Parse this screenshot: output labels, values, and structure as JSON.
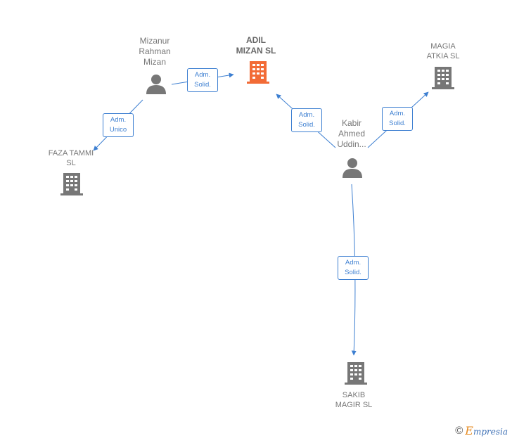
{
  "nodes": {
    "adil_mizan": {
      "label_lines": [
        "ADIL",
        "MIZAN SL"
      ],
      "type": "company",
      "highlight": true,
      "icon": "building-icon",
      "color": "#f26b36"
    },
    "mizanur": {
      "label_lines": [
        "Mizanur",
        "Rahman",
        "Mizan"
      ],
      "type": "person",
      "icon": "person-icon",
      "color": "#777777"
    },
    "faza_tammi": {
      "label_lines": [
        "FAZA TAMMI",
        "SL"
      ],
      "type": "company",
      "icon": "building-icon",
      "color": "#777777"
    },
    "magia_atkia": {
      "label_lines": [
        "MAGIA",
        "ATKIA SL"
      ],
      "type": "company",
      "icon": "building-icon",
      "color": "#777777"
    },
    "kabir": {
      "label_lines": [
        "Kabir",
        "Ahmed",
        "Uddin..."
      ],
      "type": "person",
      "icon": "person-icon",
      "color": "#777777"
    },
    "sakib_magir": {
      "label_lines": [
        "SAKIB",
        "MAGIR SL"
      ],
      "type": "company",
      "icon": "building-icon",
      "color": "#777777"
    }
  },
  "edges": [
    {
      "from": "mizanur",
      "to": "adil_mizan",
      "label_lines": [
        "Adm.",
        "Solid."
      ]
    },
    {
      "from": "mizanur",
      "to": "faza_tammi",
      "label_lines": [
        "Adm.",
        "Unico"
      ]
    },
    {
      "from": "kabir",
      "to": "adil_mizan",
      "label_lines": [
        "Adm.",
        "Solid."
      ]
    },
    {
      "from": "kabir",
      "to": "magia_atkia",
      "label_lines": [
        "Adm.",
        "Solid."
      ]
    },
    {
      "from": "kabir",
      "to": "sakib_magir",
      "label_lines": [
        "Adm.",
        "Solid."
      ]
    }
  ],
  "colors": {
    "edge": "#3d7fd1",
    "highlight": "#f26b36",
    "node": "#777777"
  },
  "footer": {
    "copyright_symbol": "©",
    "brand_initial": "E",
    "brand_rest": "mpresia"
  }
}
